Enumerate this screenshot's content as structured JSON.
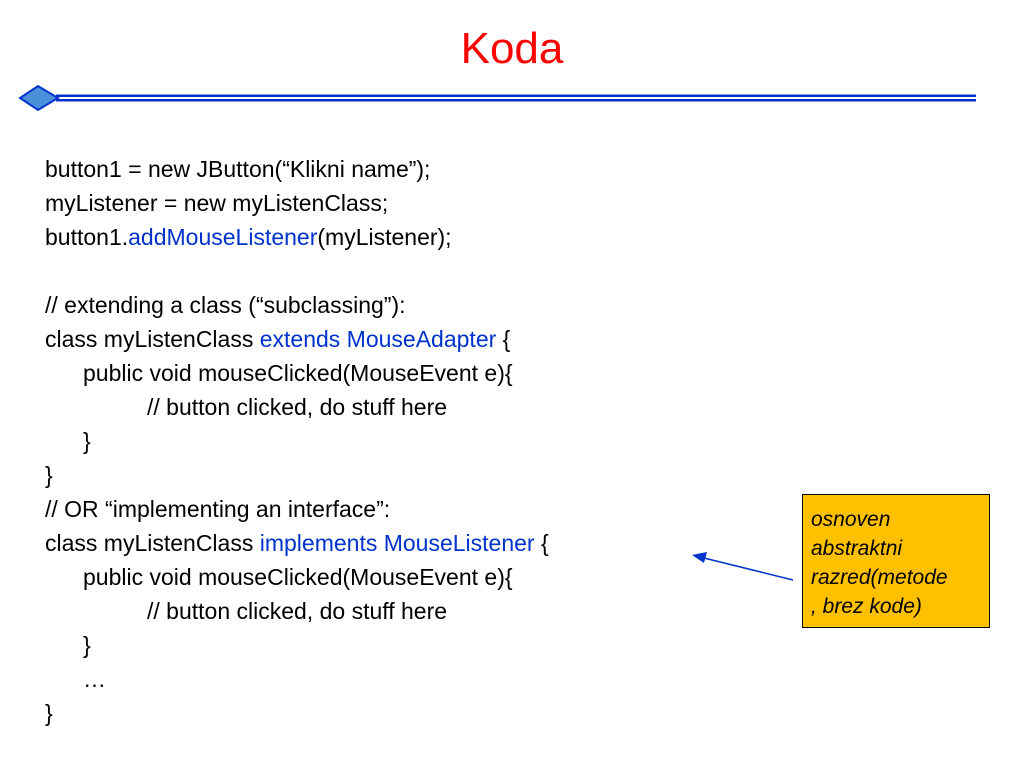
{
  "slide": {
    "title": "Koda",
    "colors": {
      "title": "#ff0000",
      "keyword": "#0033cc",
      "divider": "#0033cc",
      "note_bg": "#ffc000"
    }
  },
  "code": {
    "l1": "button1 = new JButton(“Klikni name”);",
    "l2": "myListener = new myListenClass;",
    "l3_a": "button1.",
    "l3_b": "addMouseListener",
    "l3_c": "(myListener);",
    "l5": "// extending a class (“subclassing”):",
    "l6_a": "class myListenClass ",
    "l6_b": "extends MouseAdapter",
    "l6_c": " {",
    "l7": "public void mouseClicked(MouseEvent e){",
    "l8": "// button clicked, do stuff here",
    "l9": "}",
    "l10": "}",
    "l11": "// OR “implementing an interface”:",
    "l12_a": "class myListenClass ",
    "l12_b": "implements MouseListener",
    "l12_c": " {",
    "l13": "public void mouseClicked(MouseEvent e){",
    "l14": "// button clicked, do stuff here",
    "l15": "}",
    "l16": "…",
    "l17": "}"
  },
  "note": {
    "line1": "osnoven",
    "line2": "abstraktni",
    "line3": "razred(metode",
    "line4": ", brez kode)"
  }
}
